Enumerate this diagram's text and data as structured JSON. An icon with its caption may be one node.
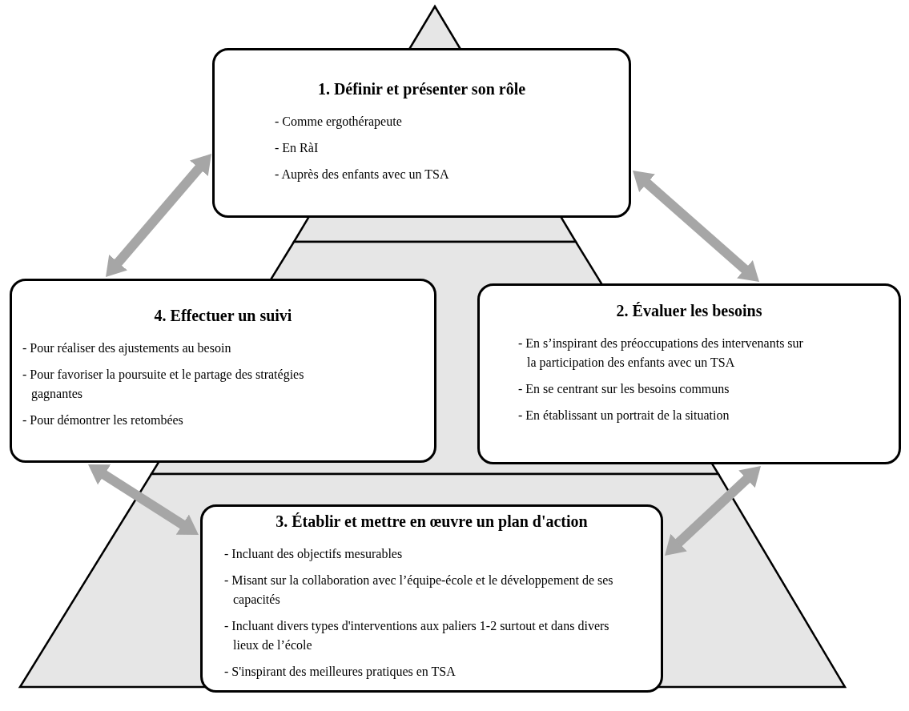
{
  "diagram": {
    "nodes": [
      {
        "text": [
          "1. Définir et présenter son rôle",
          "- Comme ergothérapeute",
          "- En RàI",
          "- Auprès des enfants avec un TSA"
        ]
      },
      {
        "text": [
          "4. Effectuer un suivi",
          "- Pour réaliser des ajustements au besoin",
          "- Pour favoriser la poursuite et le partage des stratégies gagnantes",
          "- Pour démontrer les retombées"
        ]
      },
      {
        "text": [
          "2. Évaluer les besoins",
          "- En s’inspirant des préoccupations des intervenants sur la participation des enfants avec un TSA",
          "- En se centrant sur les besoins communs",
          "- En établissant un portrait de la situation"
        ]
      },
      {
        "text": [
          "3. Établir et mettre en œuvre un plan d'action",
          "- Incluant des objectifs mesurables",
          "- Misant sur la collaboration avec l’équipe-école et le développement de ses capacités",
          "- Incluant divers types d'interventions aux paliers 1-2 surtout et dans divers lieux de l’école",
          "- S'inspirant des meilleures pratiques en TSA"
        ]
      }
    ],
    "edges": [
      {
        "from": 0,
        "to": 1,
        "arrow": "both"
      },
      {
        "from": 0,
        "to": 2,
        "arrow": "both"
      },
      {
        "from": 2,
        "to": 3,
        "arrow": "both"
      },
      {
        "from": 3,
        "to": 1,
        "arrow": "both"
      }
    ]
  }
}
